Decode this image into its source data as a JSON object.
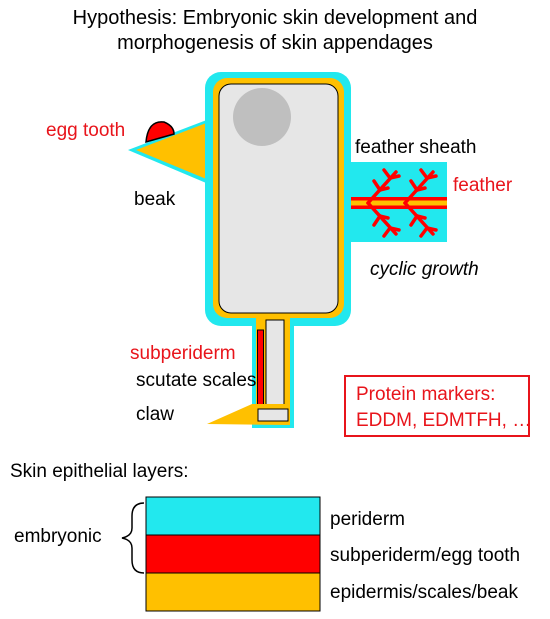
{
  "title": {
    "line1": "Hypothesis: Embryonic skin development and",
    "line2": "morphogenesis of skin appendages"
  },
  "labels": {
    "egg_tooth": "egg tooth",
    "beak": "beak",
    "feather_sheath": "feather sheath",
    "feather": "feather",
    "cyclic_growth": "cyclic growth",
    "subperiderm": "subperiderm",
    "scutate_scales": "scutate scales",
    "claw": "claw"
  },
  "protein_markers": {
    "line1": "Protein markers:",
    "line2": "EDDM, EDMTFH, …"
  },
  "legend": {
    "heading": "Skin epithelial layers:",
    "group_label": "embryonic",
    "layers": [
      {
        "name": "periderm",
        "color": "#22e8ee"
      },
      {
        "name": "subperiderm/egg tooth",
        "color": "#ff0000"
      },
      {
        "name": "epidermis/scales/beak",
        "color": "#ffc000"
      }
    ]
  },
  "colors": {
    "periderm": "#22e8ee",
    "subperiderm": "#ff0000",
    "epidermis": "#ffc000",
    "body_fill": "#e6e6e6",
    "eye": "#bfbfbf",
    "accent_text": "#e8141b"
  }
}
